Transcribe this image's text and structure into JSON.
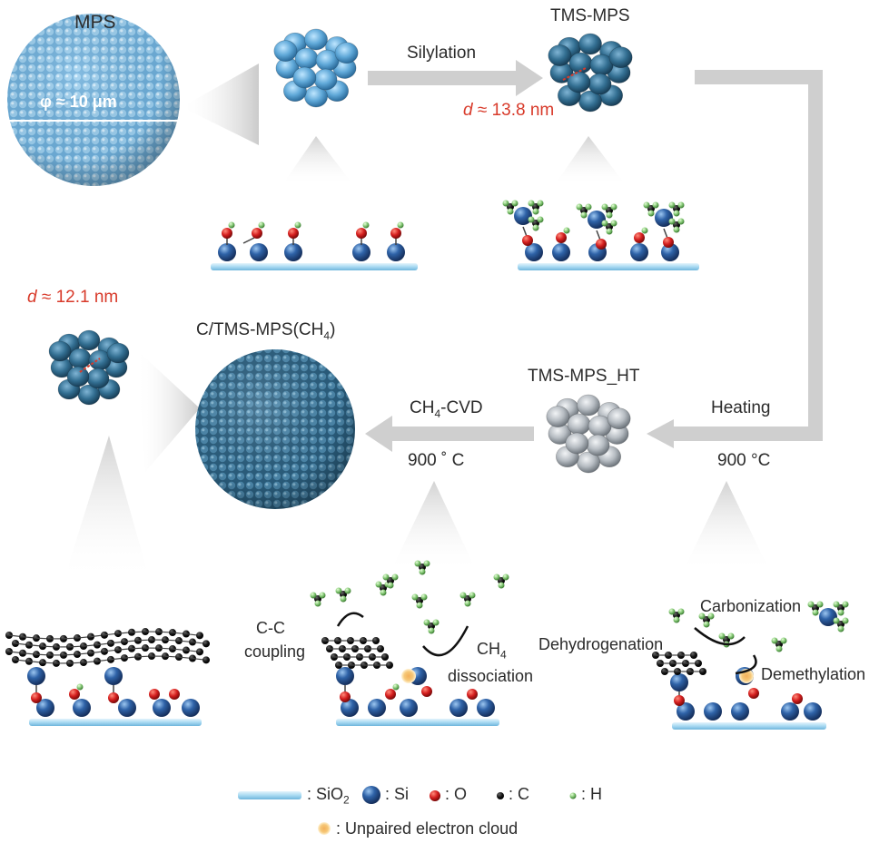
{
  "labels": {
    "mps": "MPS",
    "mps_diameter": "φ ≈ 10 μm",
    "silylation": "Silylation",
    "tms_mps": "TMS-MPS",
    "tms_d_symbol": "d",
    "tms_d_value": "≈ 13.8 nm",
    "c_d_symbol": "d",
    "c_d_value": "≈ 12.1 nm",
    "c_tms_mps_main": "C/TMS-MPS(CH",
    "c_tms_mps_sub": "4",
    "c_tms_mps_end": ")",
    "ch4_cvd_main": "CH",
    "ch4_cvd_sub": "4",
    "ch4_cvd_end": "-CVD",
    "cvd_temp": "900 ˚ C",
    "tms_mps_ht": "TMS-MPS_HT",
    "heating": "Heating",
    "heating_temp": "900 °C",
    "cc_coupling_line1": "C-C",
    "cc_coupling_line2": "coupling",
    "ch4_dissociation_line1_main": "CH",
    "ch4_dissociation_line1_sub": "4",
    "ch4_dissociation_line2": "dissociation",
    "carbonization": "Carbonization",
    "dehydrogenation": "Dehydrogenation",
    "demethylation": "Demethylation"
  },
  "legend": {
    "sio2_main": ": SiO",
    "sio2_sub": "2",
    "si": ": Si",
    "o": ": O",
    "c": ": C",
    "h": ": H",
    "unpaired": ": Unpaired electron cloud"
  },
  "colors": {
    "silica_blue": "#5ba3d0",
    "carbon_blue": "#2f6f91",
    "si_atom": "#2a5a9a",
    "o_atom": "#d42020",
    "c_atom": "#111111",
    "h_atom": "#7ac070",
    "unpaired": "#f0c060",
    "arrow_grey": "#cfcfcf",
    "label_red": "#d83a2a"
  }
}
